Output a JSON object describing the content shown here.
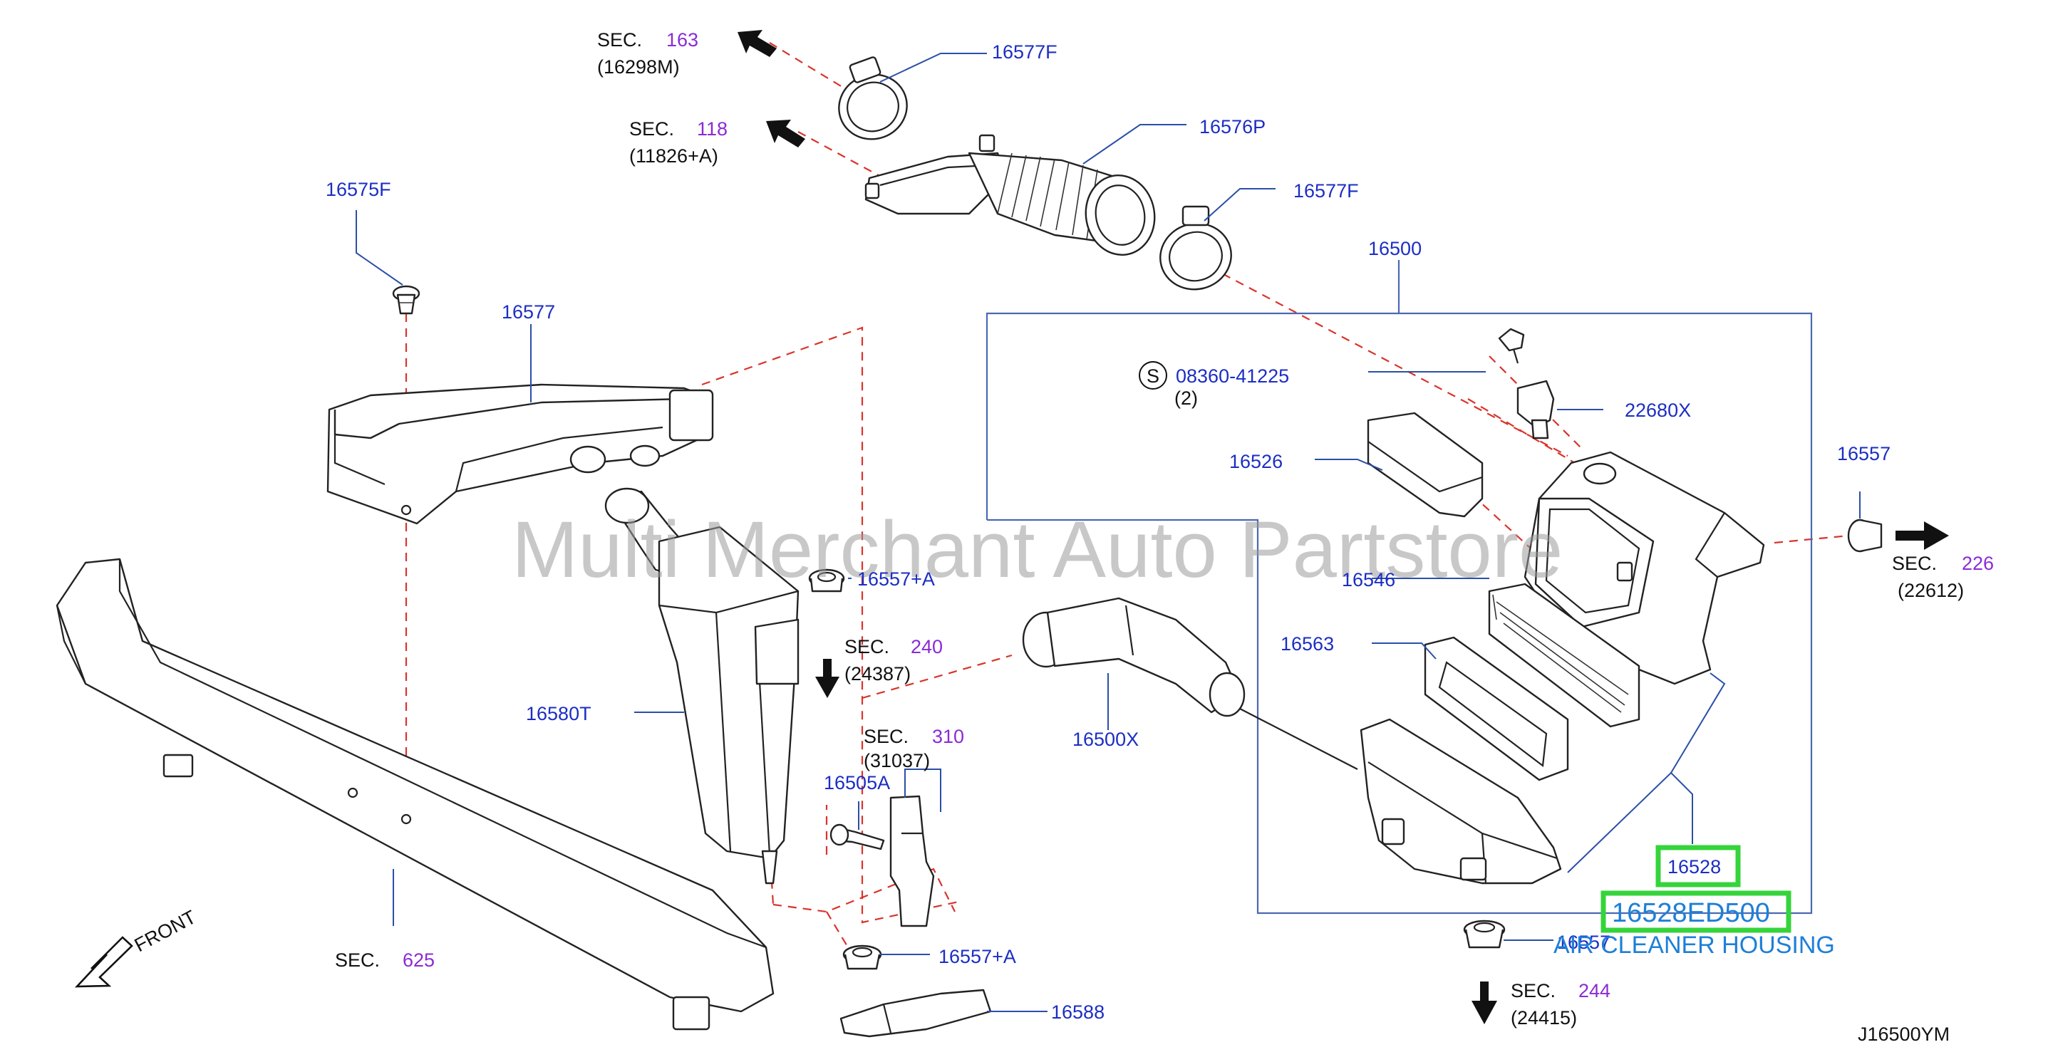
{
  "watermark": "Multi Merchant Auto Partstore",
  "diagram_code": "J16500YM",
  "part_labels": {
    "p16577F_top": "16577F",
    "p16576P": "16576P",
    "p16577F_mid": "16577F",
    "p16575F": "16575F",
    "p16577": "16577",
    "p16500": "16500",
    "p08360": "08360-41225",
    "p08360_qty": "(2)",
    "p08360_symbol": "S",
    "p22680X": "22680X",
    "p16526": "16526",
    "p16557_right": "16557",
    "p16546": "16546",
    "p16563": "16563",
    "p16557A_upper": "16557+A",
    "p16580T": "16580T",
    "p16500X": "16500X",
    "p16505A": "16505A",
    "p16557A_lower": "16557+A",
    "p16588": "16588",
    "p16528": "16528",
    "p16557_bottom": "16557"
  },
  "section_refs": {
    "sec163": {
      "prefix": "SEC.",
      "num": "163",
      "code": "(16298M)"
    },
    "sec118": {
      "prefix": "SEC.",
      "num": "118",
      "code": "(11826+A)"
    },
    "sec240": {
      "prefix": "SEC.",
      "num": "240",
      "code": "(24387)"
    },
    "sec310": {
      "prefix": "SEC.",
      "num": "310",
      "code": "(31037)"
    },
    "sec226": {
      "prefix": "SEC.",
      "num": "226",
      "code": "(22612)"
    },
    "sec244": {
      "prefix": "SEC.",
      "num": "244",
      "code": "(24415)"
    },
    "sec625": {
      "prefix": "SEC.",
      "num": "625"
    }
  },
  "front_label": "FRONT",
  "highlight": {
    "part_number": "16528ED500",
    "description": "AIR CLEANER HOUSING",
    "color": "#35d43b",
    "text_color": "#1e7fd6"
  },
  "colors": {
    "part_label": "#1c2ec4",
    "section_number": "#8a2bd6",
    "dashed_line": "#d9342b",
    "box_line": "#4b68b3"
  }
}
